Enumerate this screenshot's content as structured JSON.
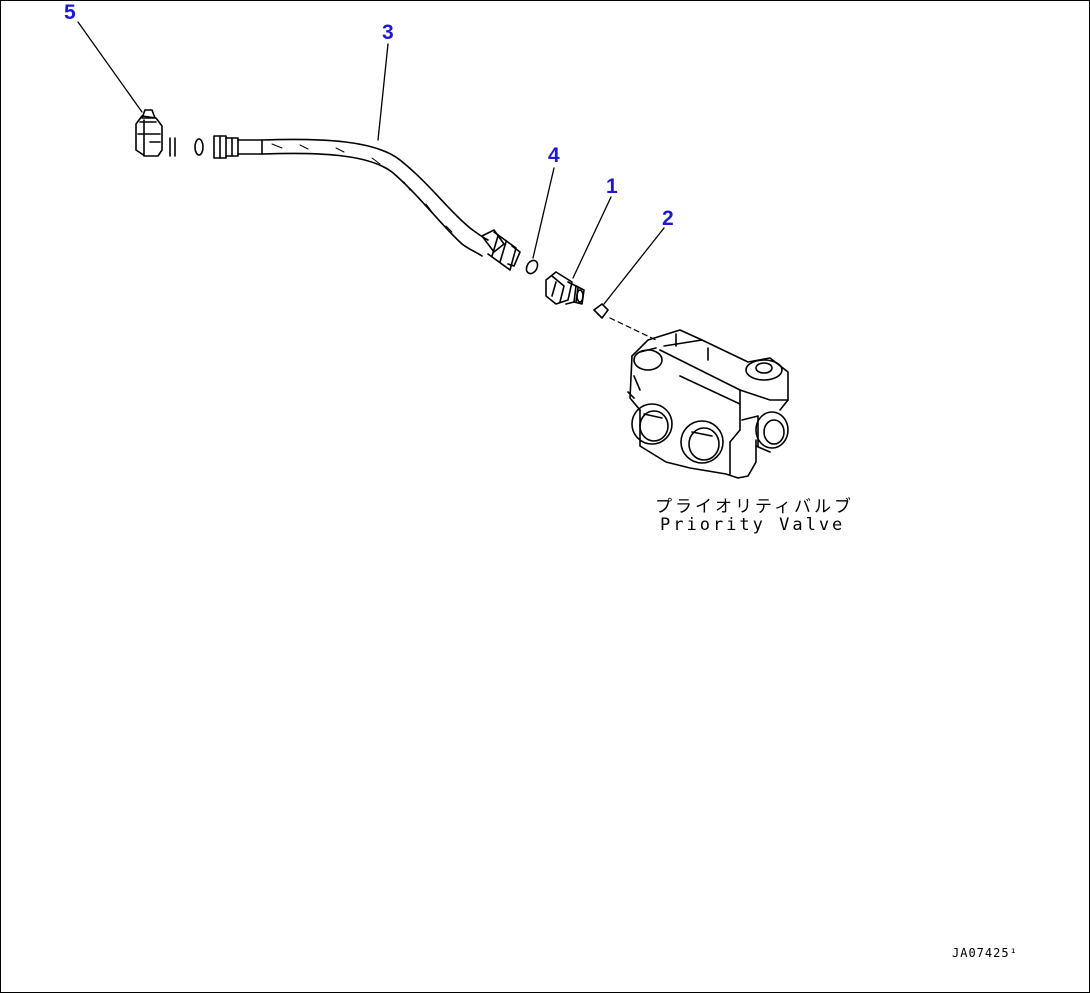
{
  "colors": {
    "callout": "#1a1ad6",
    "line": "#000000"
  },
  "callouts": [
    {
      "number": "5"
    },
    {
      "number": "3"
    },
    {
      "number": "4"
    },
    {
      "number": "1"
    },
    {
      "number": "2"
    }
  ],
  "component_label": {
    "jp": "プライオリティバルブ",
    "en": "Priority Valve"
  },
  "drawing_id": "JA07425¹"
}
